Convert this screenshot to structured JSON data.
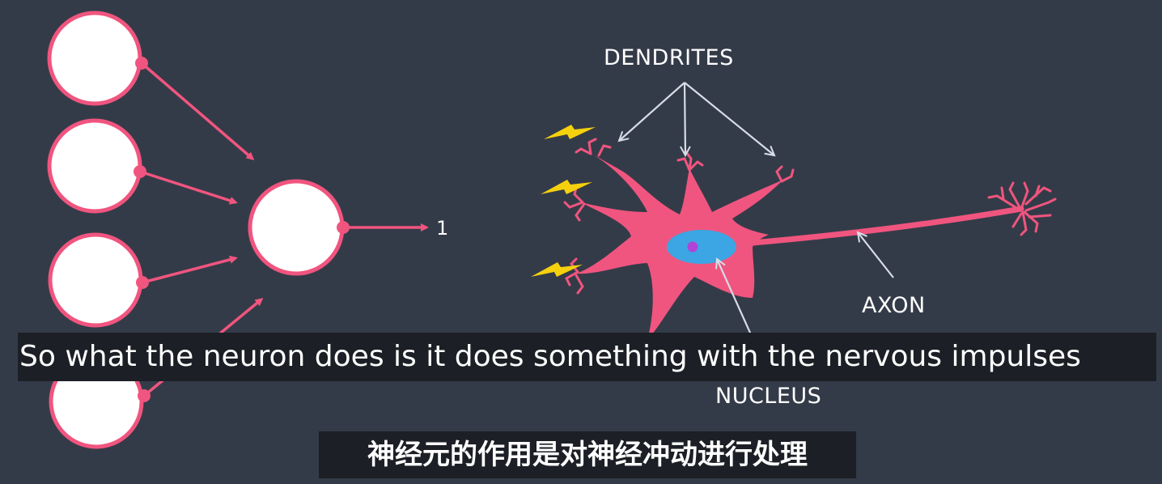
{
  "diagram": {
    "output_label": "1",
    "dendrites_label": "DENDRITES",
    "axon_label": "AXON",
    "nucleus_label": "NUCLEUS",
    "colors": {
      "background": "#343b48",
      "neuron_pink": "#f0557f",
      "nucleus_blue": "#3ba6e3",
      "nucleolus_purple": "#b044d6",
      "lightning_yellow": "#f5d10d",
      "callout_arrow": "#d7dde6",
      "node_fill": "#ffffff"
    }
  },
  "subtitles": {
    "english": "So what the neuron does is it does something with the nervous impulses",
    "chinese": "神经元的作用是对神经冲动进行处理"
  }
}
